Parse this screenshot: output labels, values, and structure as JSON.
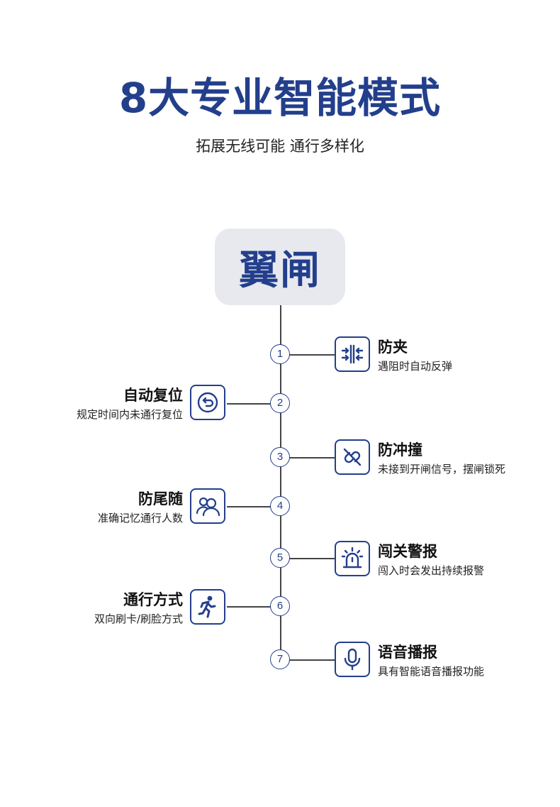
{
  "header": {
    "title": "8大专业智能模式",
    "subtitle": "拓展无线可能 通行多样化"
  },
  "root": {
    "label": "翼闸"
  },
  "colors": {
    "accent": "#233f8c",
    "line": "#444444",
    "root_bg": "#e7e9ee"
  },
  "modes": [
    {
      "num": "1",
      "name": "防夹",
      "desc": "遇阻时自动反弹",
      "icon": "anti-pinch-icon"
    },
    {
      "num": "2",
      "name": "自动复位",
      "desc": "规定时间内未通行复位",
      "icon": "reset-icon"
    },
    {
      "num": "3",
      "name": "防冲撞",
      "desc": "未接到开闸信号，摆闸锁死",
      "icon": "anti-collision-icon"
    },
    {
      "num": "4",
      "name": "防尾随",
      "desc": "准确记忆通行人数",
      "icon": "people-icon"
    },
    {
      "num": "5",
      "name": "闯关警报",
      "desc": "闯入时会发出持续报警",
      "icon": "alarm-icon"
    },
    {
      "num": "6",
      "name": "通行方式",
      "desc": "双向刷卡/刷脸方式",
      "icon": "running-person-icon"
    },
    {
      "num": "7",
      "name": "语音播报",
      "desc": "具有智能语音播报功能",
      "icon": "microphone-icon"
    }
  ]
}
